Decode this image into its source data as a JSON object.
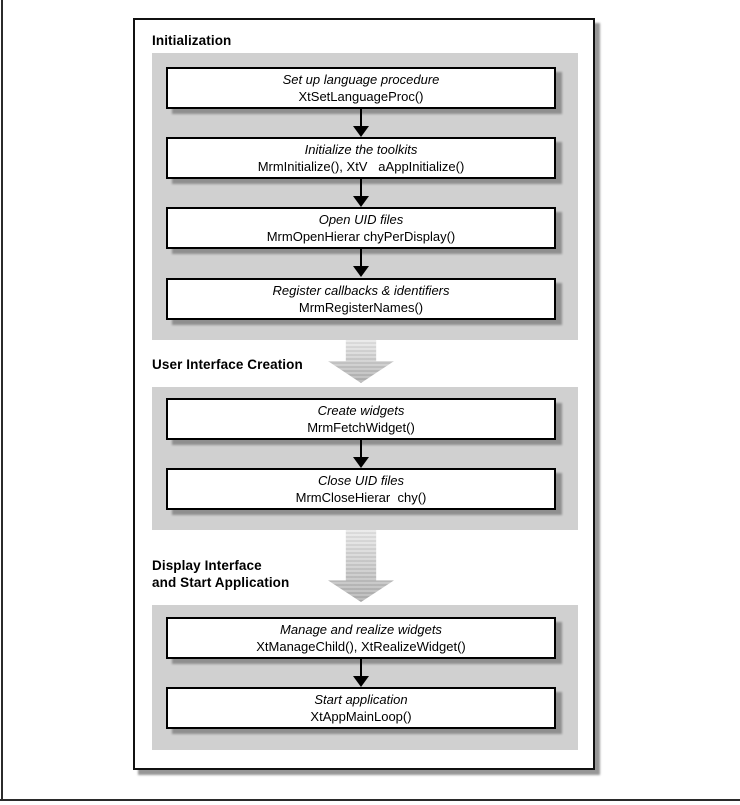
{
  "colors": {
    "panel-gray": "#d0d0d0",
    "frame-border": "#111111",
    "shadow-gray": "#979797",
    "arrow-light": "#e9e9e9",
    "arrow-dark": "#b2b2b2",
    "line-color": "#2b2b2b"
  },
  "figure": {
    "sections": [
      {
        "heading": "Initialization",
        "boxes": [
          {
            "title": "Set up language procedure",
            "code": "XtSetLanguageProc()"
          },
          {
            "title": "Initialize the toolkits",
            "code": "MrmInitialize(), XtV   aAppInitialize()"
          },
          {
            "title": "Open UID files",
            "code": "MrmOpenHierar chyPerDisplay()"
          },
          {
            "title": "Register callbacks & identifiers",
            "code": "MrmRegisterNames()"
          }
        ]
      },
      {
        "heading": "User Interface Creation",
        "boxes": [
          {
            "title": "Create widgets",
            "code": "MrmFetchWidget()"
          },
          {
            "title": "Close UID files",
            "code": "MrmCloseHierar  chy()"
          }
        ]
      },
      {
        "heading": "Display Interface\nand Start Application",
        "boxes": [
          {
            "title": "Manage and realize widgets",
            "code": "XtManageChild(), XtRealizeWidget()"
          },
          {
            "title": "Start application",
            "code": "XtAppMainLoop()"
          }
        ]
      }
    ]
  }
}
